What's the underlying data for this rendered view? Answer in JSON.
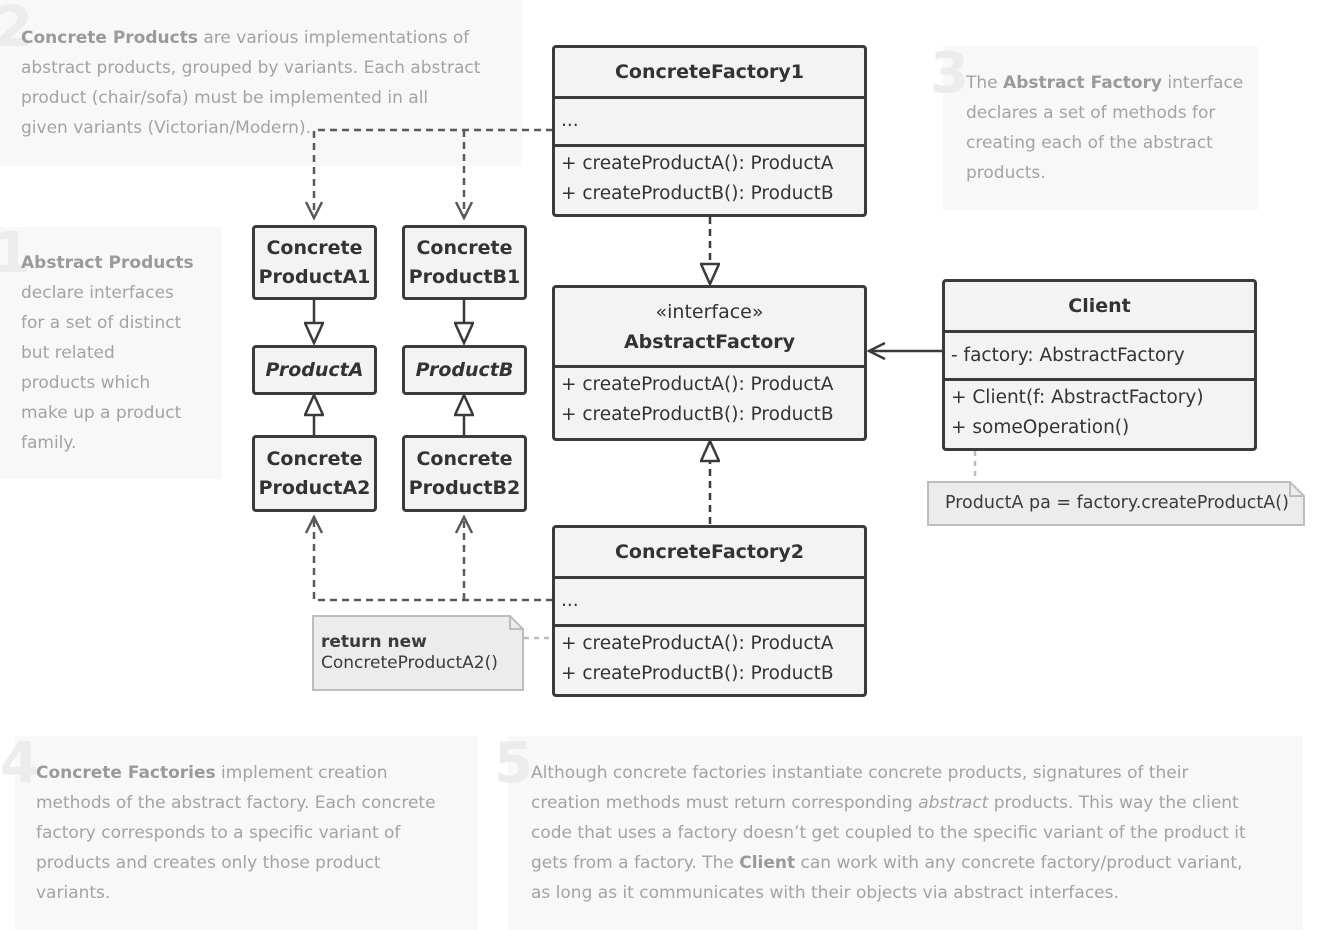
{
  "notes": {
    "n1": {
      "number": "1",
      "lead": "Abstract Products",
      "lines": [
        "declare interfaces",
        "for a set of distinct",
        "but related",
        "products which",
        "make up a product",
        "family."
      ]
    },
    "n2": {
      "number": "2",
      "lead": "Concrete Products",
      "line1_rest": " are various implementations of",
      "lines": [
        "abstract products, grouped by variants. Each abstract",
        "product (chair/sofa) must be implemented in all",
        "given variants (Victorian/Modern)."
      ]
    },
    "n3": {
      "number": "3",
      "pre": "The ",
      "lead": "Abstract Factory",
      "line1_rest": " interface",
      "lines": [
        "declares a set of methods for",
        "creating each of the abstract",
        "products."
      ]
    },
    "n4": {
      "number": "4",
      "lead": "Concrete Factories",
      "line1_rest": " implement creation",
      "lines": [
        "methods of the abstract factory. Each concrete",
        "factory corresponds to a specific variant of",
        "products and creates only those product",
        "variants."
      ]
    },
    "n5": {
      "number": "5",
      "line1": "Although concrete factories instantiate concrete products, signatures of their",
      "line2_pre": "creation methods must return corresponding ",
      "line2_em": "abstract",
      "line2_post": " products. This way the client",
      "line3": "code that uses a factory doesn’t get coupled to the specific variant of the product it",
      "line4_pre": "gets from a factory. The ",
      "line4_b": "Client",
      "line4_post": " can work with any concrete factory/product variant,",
      "line5": "as long as it communicates with their objects via abstract interfaces."
    }
  },
  "classes": {
    "cf1": {
      "name": "ConcreteFactory1",
      "fields": "...",
      "methods": [
        "+ createProductA(): ProductA",
        "+ createProductB(): ProductB"
      ]
    },
    "af": {
      "stereotype": "«interface»",
      "name": "AbstractFactory",
      "methods": [
        "+ createProductA(): ProductA",
        "+ createProductB(): ProductB"
      ]
    },
    "cf2": {
      "name": "ConcreteFactory2",
      "fields": "...",
      "methods": [
        "+ createProductA(): ProductA",
        "+ createProductB(): ProductB"
      ]
    },
    "client": {
      "name": "Client",
      "fields": "- factory: AbstractFactory",
      "methods": [
        "+ Client(f: AbstractFactory)",
        "+ someOperation()"
      ]
    }
  },
  "products": {
    "cpa1": [
      "Concrete",
      "ProductA1"
    ],
    "cpb1": [
      "Concrete",
      "ProductB1"
    ],
    "pa": "ProductA",
    "pb": "ProductB",
    "cpa2": [
      "Concrete",
      "ProductA2"
    ],
    "cpb2": [
      "Concrete",
      "ProductB2"
    ]
  },
  "memos": {
    "client_code": "ProductA pa = factory.createProductA()",
    "cf2_code": {
      "line1": "return new",
      "line2": "ConcreteProductA2()"
    }
  }
}
